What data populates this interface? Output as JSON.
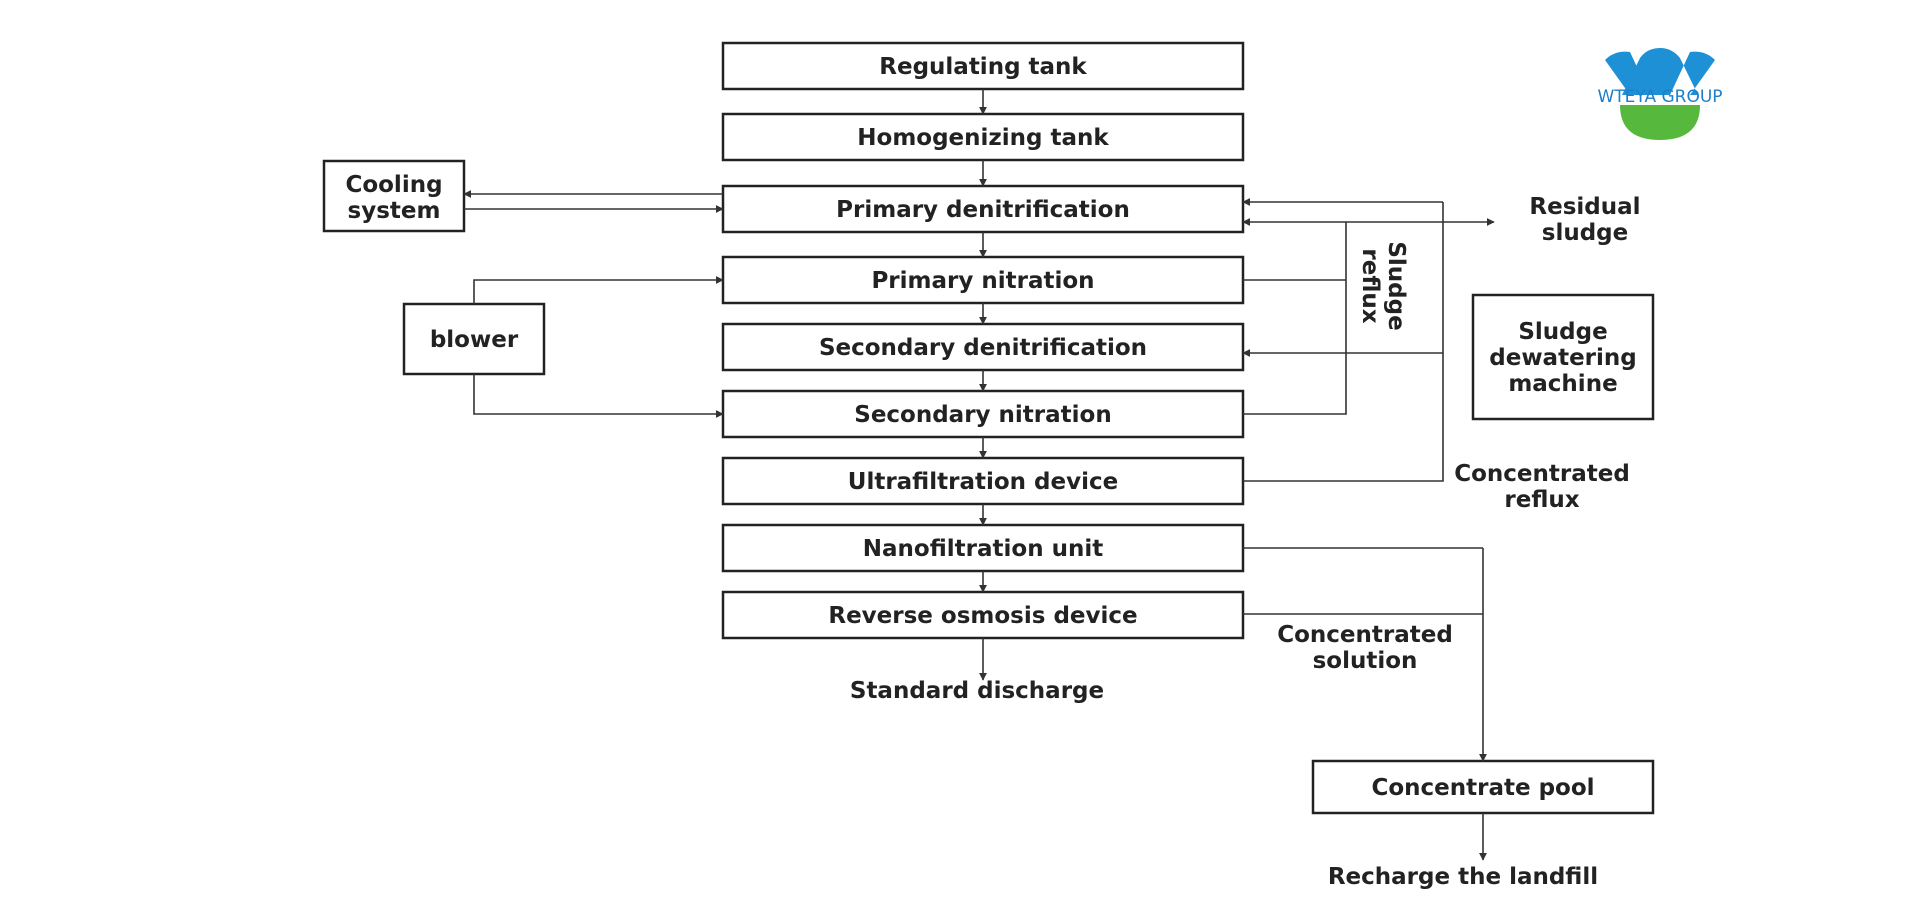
{
  "logo": {
    "text": "WTEYA GROUP",
    "colors": {
      "blue": "#1E90D6",
      "green": "#56B83C",
      "text": "#1E7FC8"
    }
  },
  "process": {
    "regulating_tank": "Regulating tank",
    "homogenizing_tank": "Homogenizing tank",
    "primary_denitrification": "Primary denitrification",
    "primary_nitration": "Primary nitration",
    "secondary_denitrification": "Secondary denitrification",
    "secondary_nitration": "Secondary nitration",
    "ultrafiltration_device": "Ultrafiltration device",
    "nanofiltration_unit": "Nanofiltration unit",
    "reverse_osmosis_device": "Reverse osmosis device"
  },
  "side": {
    "cooling_system": [
      "Cooling",
      "system"
    ],
    "blower": "blower",
    "sludge_dewatering_machine": [
      "Sludge",
      "dewatering",
      "machine"
    ],
    "concentrate_pool": "Concentrate pool"
  },
  "labels": {
    "residual_sludge": [
      "Residual",
      "sludge"
    ],
    "sludge_reflux": [
      "Sludge",
      "reflux"
    ],
    "concentrated_reflux": [
      "Concentrated",
      "reflux"
    ],
    "concentrated_solution": [
      "Concentrated",
      "solution"
    ],
    "standard_discharge": "Standard discharge",
    "recharge_landfill": "Recharge the landfill"
  },
  "colors": {
    "line": "#333333",
    "text": "#222222"
  }
}
